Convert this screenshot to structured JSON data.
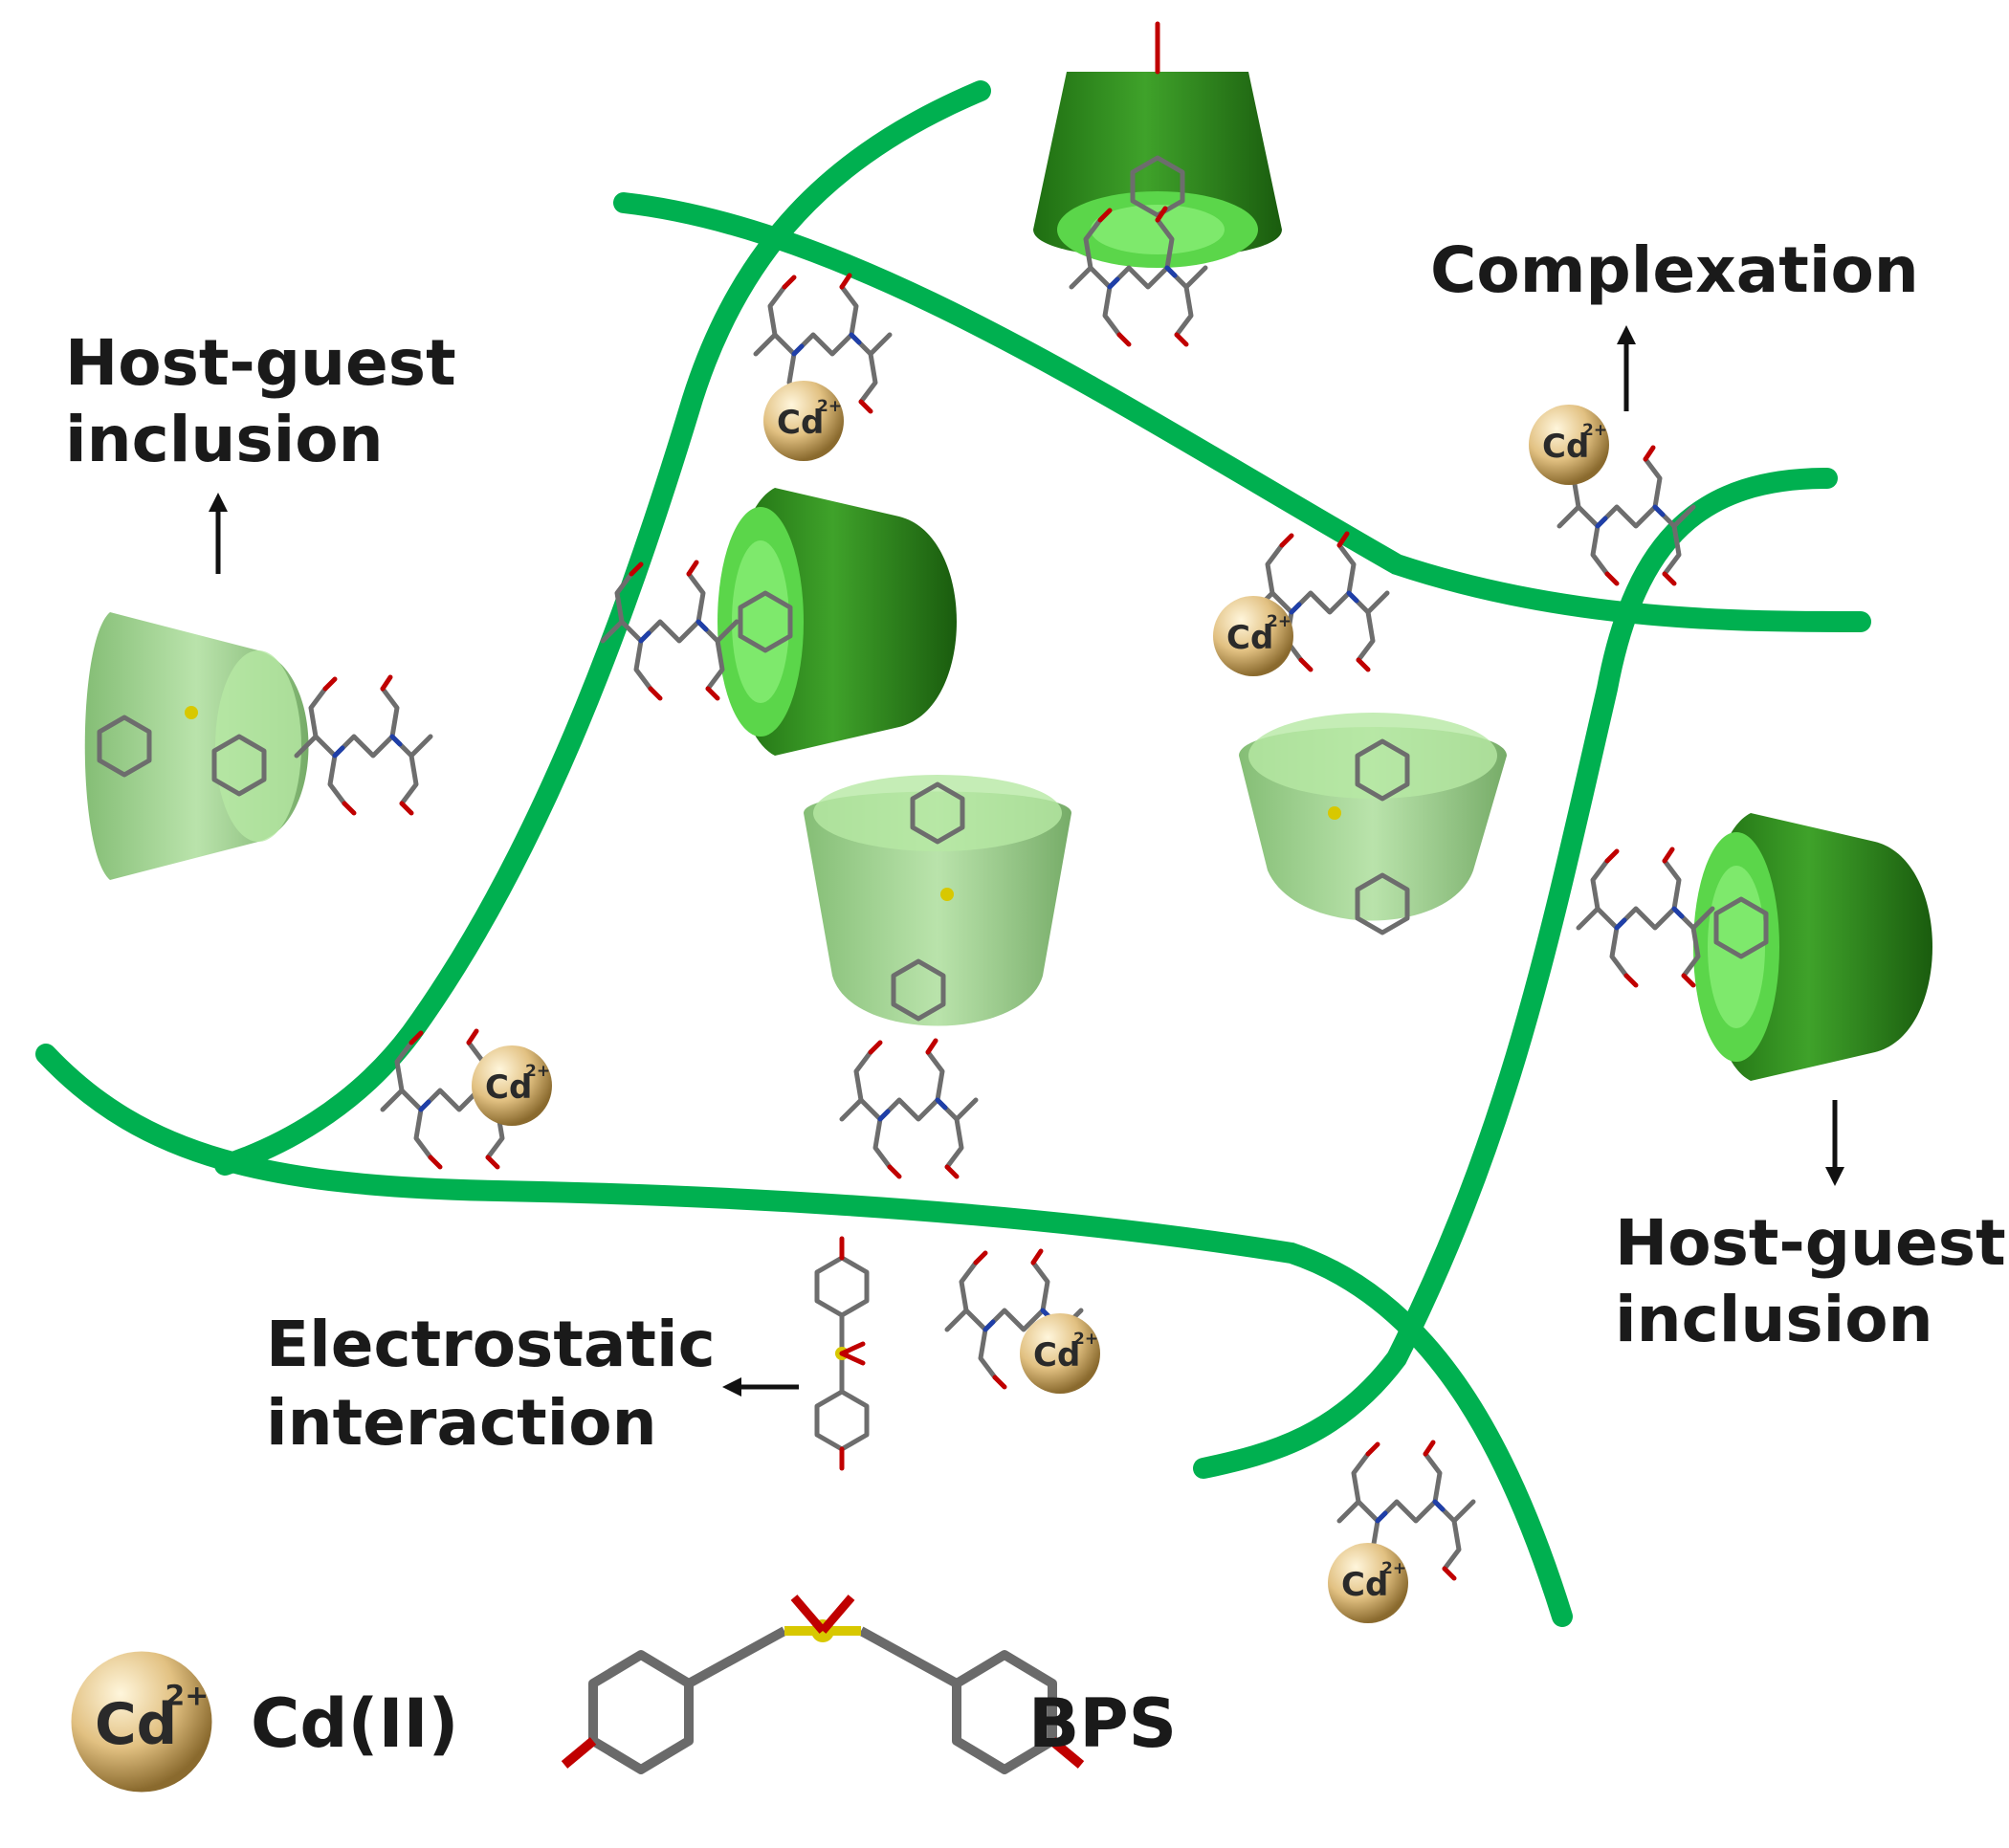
{
  "labels": {
    "host_guest_left_line1": "Host-guest",
    "host_guest_left_line2": "inclusion",
    "complexation": "Complexation",
    "host_guest_right_line1": "Host-guest",
    "host_guest_right_line2": "inclusion",
    "electrostatic_line1": "Electrostatic",
    "electrostatic_line2": "interaction"
  },
  "cd_ion": {
    "symbol": "Cd",
    "charge": "2+"
  },
  "legend": {
    "cd_label": "Cd(II)",
    "bps_label": "BPS"
  },
  "colors": {
    "polymer_chain": "#00b050",
    "cyclodextrin_dark": "#2e8b1e",
    "cyclodextrin_light": "#5bd64a",
    "cyclodextrin_translucent": "#8ccf7a",
    "cd_ion_gold": "#d9b470",
    "bond_gray": "#6d6d6d",
    "oxygen_red": "#c00000",
    "nitrogen_blue": "#1f3fa8",
    "sulfur_yellow": "#d8c800"
  }
}
